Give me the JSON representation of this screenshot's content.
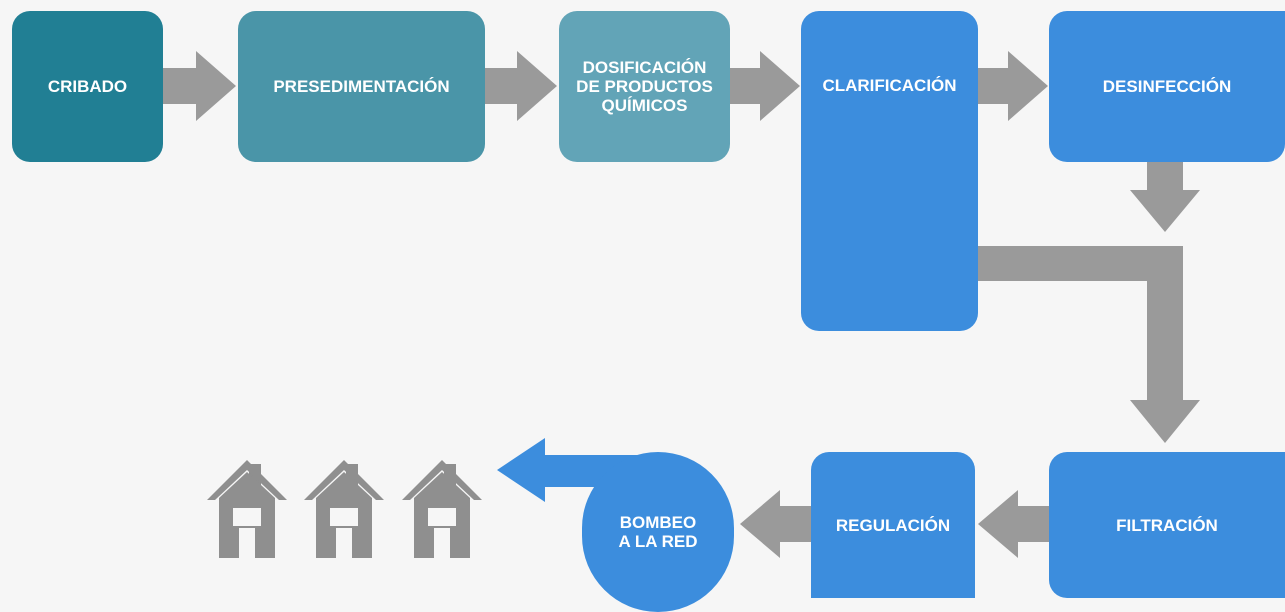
{
  "diagram": {
    "steps": {
      "cribado": "CRIBADO",
      "presedimentacion": "PRESEDIMENTACIÓN",
      "dosificacion": [
        "DOSIFICACIÓN",
        "DE PRODUCTOS",
        "QUÍMICOS"
      ],
      "clarificacion": "CLARIFICACIÓN",
      "desinfeccion": "DESINFECCIÓN",
      "filtracion": "FILTRACIÓN",
      "regulacion": "REGULACIÓN",
      "bombeo": [
        "BOMBEO",
        "A LA RED"
      ]
    },
    "houses": [
      "house",
      "house",
      "house"
    ]
  },
  "colors": {
    "background": "#f6f6f6",
    "teal_dark": "#217f94",
    "teal_mid": "#4a95a8",
    "teal_light": "#62a4b7",
    "blue": "#3c8ddd",
    "arrow_gray": "#9a9a9a",
    "house_gray": "#8f8f8f"
  }
}
